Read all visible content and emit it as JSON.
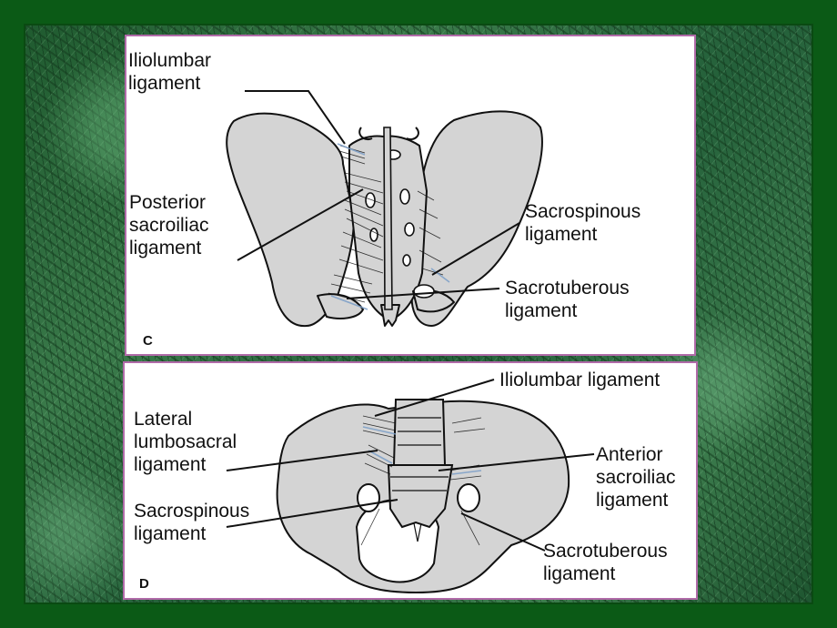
{
  "panel_c": {
    "letter": "C",
    "labels": {
      "iliolumbar": "Iliolumbar\nligament",
      "posterior_sacroiliac": "Posterior\nsacroiliac\nligament",
      "sacrospinous": "Sacrospinous\nligament",
      "sacrotuberous": "Sacrotuberous\nligament"
    }
  },
  "panel_d": {
    "letter": "D",
    "labels": {
      "iliolumbar": "Iliolumbar ligament",
      "lateral_lumbosacral": "Lateral\nlumbosacral\nligament",
      "anterior_sacroiliac": "Anterior\nsacroiliac\nligament",
      "sacrospinous": "Sacrospinous\nligament",
      "sacrotuberous": "Sacrotuberous\nligament"
    }
  },
  "colors": {
    "background": "#0b5a16",
    "panel_border": "#b06aa8",
    "bone_fill": "#d4d4d4",
    "ligament": "#7a9ec8"
  }
}
